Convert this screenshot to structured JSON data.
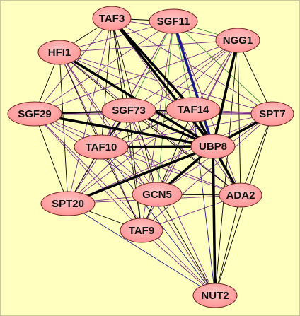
{
  "colors": {
    "background": "#ffffc0",
    "node_fill": "#ff9494",
    "node_stroke": "#6a2222",
    "edge_purple": "#7a2a8a",
    "edge_black": "#000000",
    "edge_green": "#3a8a3a",
    "edge_navy": "#1a1a8a"
  },
  "nodes": [
    {
      "id": "TAF3",
      "label": "TAF3"
    },
    {
      "id": "SGF11",
      "label": "SGF11"
    },
    {
      "id": "NGG1",
      "label": "NGG1"
    },
    {
      "id": "HFI1",
      "label": "HFI1"
    },
    {
      "id": "SGF73",
      "label": "SGF73"
    },
    {
      "id": "TAF14",
      "label": "TAF14"
    },
    {
      "id": "SGF29",
      "label": "SGF29"
    },
    {
      "id": "SPT7",
      "label": "SPT7"
    },
    {
      "id": "TAF10",
      "label": "TAF10"
    },
    {
      "id": "UBP8",
      "label": "UBP8"
    },
    {
      "id": "GCN5",
      "label": "GCN5"
    },
    {
      "id": "ADA2",
      "label": "ADA2"
    },
    {
      "id": "SPT20",
      "label": "SPT20"
    },
    {
      "id": "TAF9",
      "label": "TAF9"
    },
    {
      "id": "NUT2",
      "label": "NUT2"
    }
  ],
  "edges": [
    {
      "source": "TAF3",
      "target": "UBP8",
      "color": "black",
      "weight": "thick"
    },
    {
      "source": "TAF3",
      "target": "TAF14",
      "color": "black",
      "weight": "thick"
    },
    {
      "source": "HFI1",
      "target": "UBP8",
      "color": "black",
      "weight": "thick"
    },
    {
      "source": "SGF29",
      "target": "UBP8",
      "color": "black",
      "weight": "thick"
    },
    {
      "source": "SPT20",
      "target": "UBP8",
      "color": "black",
      "weight": "thick"
    },
    {
      "source": "TAF10",
      "target": "UBP8",
      "color": "black",
      "weight": "thick"
    },
    {
      "source": "SPT7",
      "target": "UBP8",
      "color": "black",
      "weight": "thick"
    },
    {
      "source": "NGG1",
      "target": "UBP8",
      "color": "black",
      "weight": "thick"
    },
    {
      "source": "UBP8",
      "target": "NUT2",
      "color": "black",
      "weight": "thick"
    },
    {
      "source": "UBP8",
      "target": "ADA2",
      "color": "black",
      "weight": "thick"
    },
    {
      "source": "UBP8",
      "target": "GCN5",
      "color": "black",
      "weight": "thick"
    },
    {
      "source": "SGF73",
      "target": "UBP8",
      "color": "black",
      "weight": "thick"
    },
    {
      "source": "TAF14",
      "target": "UBP8",
      "color": "black",
      "weight": "thick"
    },
    {
      "source": "SGF11",
      "target": "UBP8",
      "color": "navy",
      "weight": "thick"
    },
    {
      "source": "SGF29",
      "target": "TAF14",
      "color": "black",
      "weight": "medium"
    },
    {
      "source": "TAF10",
      "target": "SGF73",
      "color": "black",
      "weight": "medium"
    },
    {
      "source": "TAF3",
      "target": "SGF11",
      "color": "black",
      "weight": "thin"
    },
    {
      "source": "TAF3",
      "target": "NGG1",
      "color": "purple",
      "weight": "thin"
    },
    {
      "source": "TAF3",
      "target": "HFI1",
      "color": "black",
      "weight": "thin"
    },
    {
      "source": "TAF3",
      "target": "SGF73",
      "color": "black",
      "weight": "thin"
    },
    {
      "source": "TAF3",
      "target": "SGF29",
      "color": "purple",
      "weight": "thin"
    },
    {
      "source": "TAF3",
      "target": "SPT7",
      "color": "purple",
      "weight": "thin"
    },
    {
      "source": "TAF3",
      "target": "TAF10",
      "color": "black",
      "weight": "thin"
    },
    {
      "source": "TAF3",
      "target": "GCN5",
      "color": "black",
      "weight": "thin"
    },
    {
      "source": "TAF3",
      "target": "ADA2",
      "color": "purple",
      "weight": "thin"
    },
    {
      "source": "TAF3",
      "target": "SPT20",
      "color": "purple",
      "weight": "thin"
    },
    {
      "source": "TAF3",
      "target": "TAF9",
      "color": "black",
      "weight": "thin"
    },
    {
      "source": "SGF11",
      "target": "NGG1",
      "color": "green",
      "weight": "thin"
    },
    {
      "source": "SGF11",
      "target": "HFI1",
      "color": "purple",
      "weight": "thin"
    },
    {
      "source": "SGF11",
      "target": "SGF73",
      "color": "green",
      "weight": "thin"
    },
    {
      "source": "SGF11",
      "target": "TAF14",
      "color": "green",
      "weight": "thin"
    },
    {
      "source": "SGF11",
      "target": "SGF29",
      "color": "purple",
      "weight": "thin"
    },
    {
      "source": "SGF11",
      "target": "SPT7",
      "color": "green",
      "weight": "thin"
    },
    {
      "source": "SGF11",
      "target": "TAF10",
      "color": "purple",
      "weight": "thin"
    },
    {
      "source": "SGF11",
      "target": "GCN5",
      "color": "green",
      "weight": "thin"
    },
    {
      "source": "SGF11",
      "target": "ADA2",
      "color": "purple",
      "weight": "thin"
    },
    {
      "source": "SGF11",
      "target": "SPT20",
      "color": "purple",
      "weight": "thin"
    },
    {
      "source": "SGF11",
      "target": "TAF9",
      "color": "purple",
      "weight": "thin"
    },
    {
      "source": "NGG1",
      "target": "HFI1",
      "color": "purple",
      "weight": "thin"
    },
    {
      "source": "NGG1",
      "target": "SGF73",
      "color": "purple",
      "weight": "thin"
    },
    {
      "source": "NGG1",
      "target": "TAF14",
      "color": "purple",
      "weight": "thin"
    },
    {
      "source": "NGG1",
      "target": "SGF29",
      "color": "purple",
      "weight": "thin"
    },
    {
      "source": "NGG1",
      "target": "SPT7",
      "color": "black",
      "weight": "thin"
    },
    {
      "source": "NGG1",
      "target": "TAF10",
      "color": "purple",
      "weight": "thin"
    },
    {
      "source": "NGG1",
      "target": "GCN5",
      "color": "purple",
      "weight": "thin"
    },
    {
      "source": "NGG1",
      "target": "ADA2",
      "color": "black",
      "weight": "thin"
    },
    {
      "source": "NGG1",
      "target": "SPT20",
      "color": "purple",
      "weight": "thin"
    },
    {
      "source": "NGG1",
      "target": "TAF9",
      "color": "purple",
      "weight": "thin"
    },
    {
      "source": "NGG1",
      "target": "NUT2",
      "color": "black",
      "weight": "thin"
    },
    {
      "source": "HFI1",
      "target": "SGF73",
      "color": "black",
      "weight": "thin"
    },
    {
      "source": "HFI1",
      "target": "TAF14",
      "color": "purple",
      "weight": "thin"
    },
    {
      "source": "HFI1",
      "target": "SGF29",
      "color": "black",
      "weight": "thin"
    },
    {
      "source": "HFI1",
      "target": "SPT7",
      "color": "purple",
      "weight": "thin"
    },
    {
      "source": "HFI1",
      "target": "TAF10",
      "color": "black",
      "weight": "thin"
    },
    {
      "source": "HFI1",
      "target": "GCN5",
      "color": "purple",
      "weight": "thin"
    },
    {
      "source": "HFI1",
      "target": "ADA2",
      "color": "purple",
      "weight": "thin"
    },
    {
      "source": "HFI1",
      "target": "SPT20",
      "color": "black",
      "weight": "thin"
    },
    {
      "source": "HFI1",
      "target": "TAF9",
      "color": "purple",
      "weight": "thin"
    },
    {
      "source": "HFI1",
      "target": "NUT2",
      "color": "purple",
      "weight": "thin"
    },
    {
      "source": "SGF73",
      "target": "TAF14",
      "color": "black",
      "weight": "thin"
    },
    {
      "source": "SGF73",
      "target": "SGF29",
      "color": "purple",
      "weight": "thin"
    },
    {
      "source": "SGF73",
      "target": "SPT7",
      "color": "purple",
      "weight": "thin"
    },
    {
      "source": "SGF73",
      "target": "GCN5",
      "color": "purple",
      "weight": "thin"
    },
    {
      "source": "SGF73",
      "target": "ADA2",
      "color": "black",
      "weight": "thin"
    },
    {
      "source": "SGF73",
      "target": "SPT20",
      "color": "purple",
      "weight": "thin"
    },
    {
      "source": "SGF73",
      "target": "TAF9",
      "color": "black",
      "weight": "thin"
    },
    {
      "source": "SGF73",
      "target": "NUT2",
      "color": "purple",
      "weight": "thin"
    },
    {
      "source": "TAF14",
      "target": "SPT7",
      "color": "purple",
      "weight": "thin"
    },
    {
      "source": "TAF14",
      "target": "TAF10",
      "color": "black",
      "weight": "thin"
    },
    {
      "source": "TAF14",
      "target": "GCN5",
      "color": "purple",
      "weight": "thin"
    },
    {
      "source": "TAF14",
      "target": "ADA2",
      "color": "black",
      "weight": "thin"
    },
    {
      "source": "TAF14",
      "target": "SPT20",
      "color": "purple",
      "weight": "thin"
    },
    {
      "source": "TAF14",
      "target": "TAF9",
      "color": "black",
      "weight": "thin"
    },
    {
      "source": "TAF14",
      "target": "NUT2",
      "color": "navy",
      "weight": "thin"
    },
    {
      "source": "SGF29",
      "target": "SPT7",
      "color": "purple",
      "weight": "thin"
    },
    {
      "source": "SGF29",
      "target": "TAF10",
      "color": "purple",
      "weight": "thin"
    },
    {
      "source": "SGF29",
      "target": "GCN5",
      "color": "purple",
      "weight": "thin"
    },
    {
      "source": "SGF29",
      "target": "ADA2",
      "color": "purple",
      "weight": "thin"
    },
    {
      "source": "SGF29",
      "target": "SPT20",
      "color": "black",
      "weight": "thin"
    },
    {
      "source": "SGF29",
      "target": "TAF9",
      "color": "purple",
      "weight": "thin"
    },
    {
      "source": "SGF29",
      "target": "NUT2",
      "color": "purple",
      "weight": "thin"
    },
    {
      "source": "SPT7",
      "target": "TAF10",
      "color": "purple",
      "weight": "thin"
    },
    {
      "source": "SPT7",
      "target": "GCN5",
      "color": "purple",
      "weight": "thin"
    },
    {
      "source": "SPT7",
      "target": "ADA2",
      "color": "black",
      "weight": "thin"
    },
    {
      "source": "SPT7",
      "target": "SPT20",
      "color": "purple",
      "weight": "thin"
    },
    {
      "source": "SPT7",
      "target": "TAF9",
      "color": "purple",
      "weight": "thin"
    },
    {
      "source": "SPT7",
      "target": "NUT2",
      "color": "black",
      "weight": "thin"
    },
    {
      "source": "TAF10",
      "target": "GCN5",
      "color": "purple",
      "weight": "thin"
    },
    {
      "source": "TAF10",
      "target": "ADA2",
      "color": "purple",
      "weight": "thin"
    },
    {
      "source": "TAF10",
      "target": "SPT20",
      "color": "black",
      "weight": "thin"
    },
    {
      "source": "TAF10",
      "target": "TAF9",
      "color": "black",
      "weight": "thin"
    },
    {
      "source": "TAF10",
      "target": "NUT2",
      "color": "navy",
      "weight": "thin"
    },
    {
      "source": "GCN5",
      "target": "ADA2",
      "color": "black",
      "weight": "thin"
    },
    {
      "source": "GCN5",
      "target": "SPT20",
      "color": "purple",
      "weight": "thin"
    },
    {
      "source": "GCN5",
      "target": "TAF9",
      "color": "black",
      "weight": "thin"
    },
    {
      "source": "GCN5",
      "target": "NUT2",
      "color": "black",
      "weight": "thin"
    },
    {
      "source": "ADA2",
      "target": "SPT20",
      "color": "purple",
      "weight": "thin"
    },
    {
      "source": "ADA2",
      "target": "TAF9",
      "color": "purple",
      "weight": "thin"
    },
    {
      "source": "ADA2",
      "target": "NUT2",
      "color": "black",
      "weight": "thin"
    },
    {
      "source": "SPT20",
      "target": "TAF9",
      "color": "black",
      "weight": "thin"
    },
    {
      "source": "SPT20",
      "target": "NUT2",
      "color": "navy",
      "weight": "thin"
    },
    {
      "source": "TAF9",
      "target": "NUT2",
      "color": "purple",
      "weight": "thin"
    }
  ]
}
